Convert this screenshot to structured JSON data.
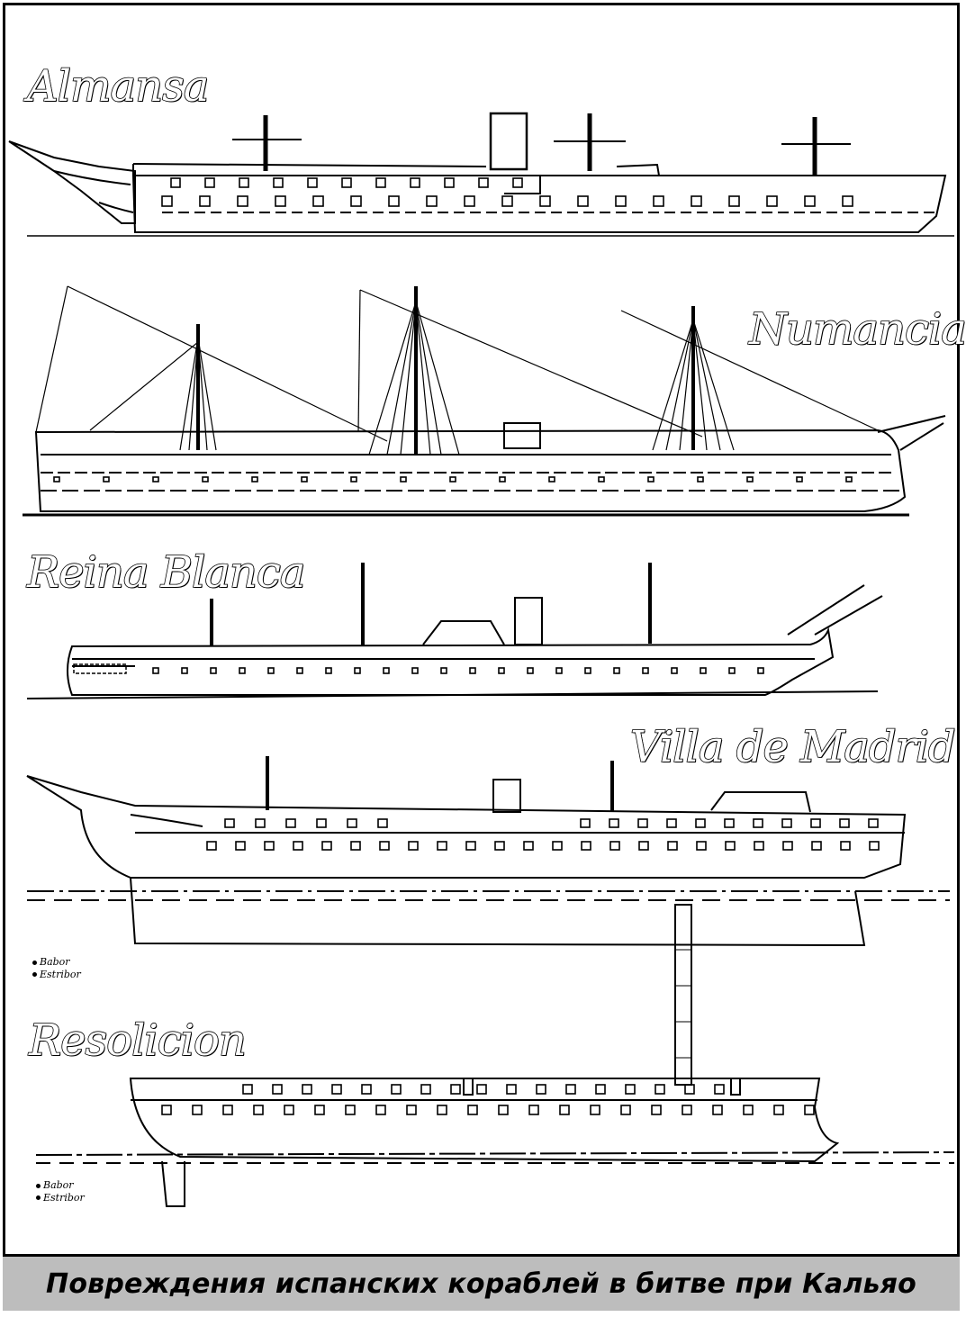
{
  "ships": [
    {
      "name": "Almansa"
    },
    {
      "name": "Numancia"
    },
    {
      "name": "Reina Blanca"
    },
    {
      "name": "Villa de Madrid"
    },
    {
      "name": "Resolicion"
    }
  ],
  "legends": [
    {
      "babor": "Babor",
      "estribor": "Estribor"
    },
    {
      "babor": "Babor",
      "estribor": "Estribor"
    }
  ],
  "caption": "Повреждения испанских кораблей в битве при Кальяо"
}
